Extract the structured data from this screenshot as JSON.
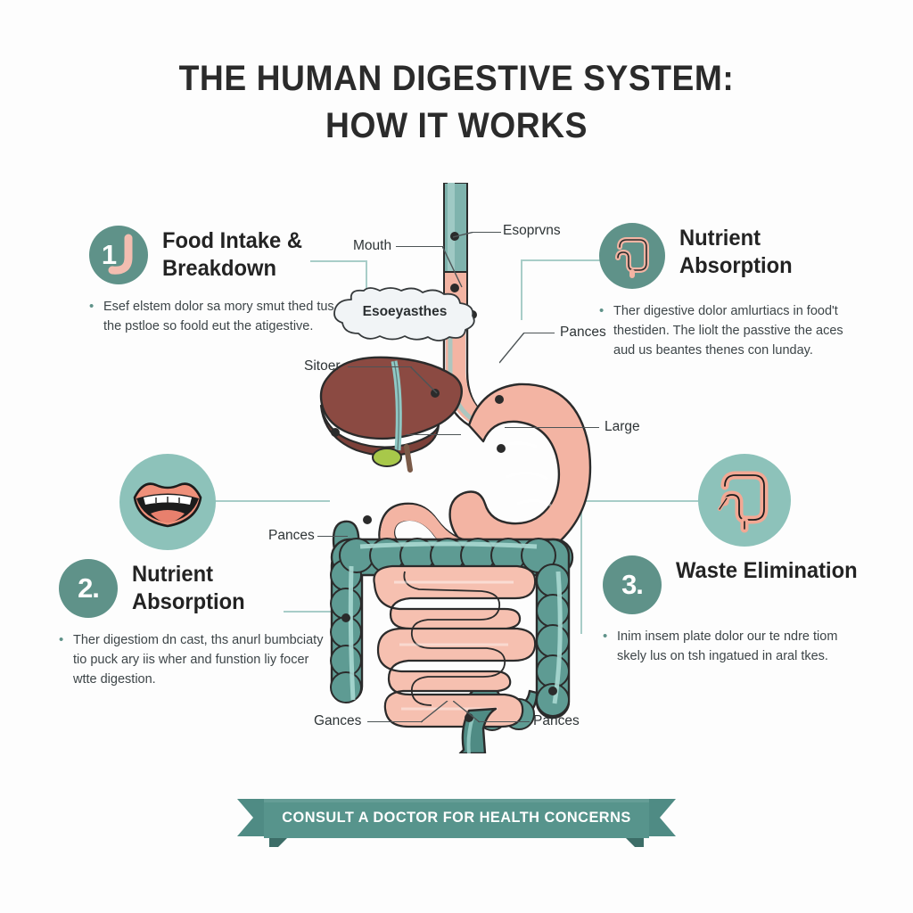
{
  "title": {
    "line1": "THE HUMAN DIGESTIVE SYSTEM:",
    "line2": "HOW IT WORKS"
  },
  "colors": {
    "teal_dark": "#5f9289",
    "teal_light": "#8dc2ba",
    "teal_line": "#a8cdc8",
    "salmon": "#f3b4a3",
    "pink_intestine": "#f6c0b0",
    "liver_brown": "#8b4a42",
    "intestine_teal": "#5e9b93",
    "text_dark": "#232323",
    "body_text": "#3d4548",
    "background": "#fdfdfd"
  },
  "steps": [
    {
      "number": "1",
      "badge_icon": "esophagus-curve-icon",
      "title": "Food Intake & Breakdown",
      "body": "Esef elstem dolor sa mory smut thed tus the pstloe so foold eut the atigestive."
    },
    {
      "number": "2.",
      "badge_icon": "number-badge",
      "title": "Nutrient Absorption",
      "body": "Ther digestiom dn cast, ths anurl bumbciaty tio puck ary iis wher and funstion liy focer wtte digestion."
    },
    {
      "number": "3.",
      "badge_icon": "number-badge",
      "title": "Waste Elimination",
      "body": "Inim insem plate dolor our te ndre tiom skely lus on tsh ingatued in aral tkes."
    },
    {
      "number": "",
      "badge_icon": "large-intestine-icon",
      "title": "Nutrient Absorption",
      "body": "Ther digestive dolor amlurtiacs in food't thestiden. The liolt the passtive the aces aud us beantes thenes con lunday."
    }
  ],
  "side_icons": [
    {
      "name": "mouth-icon",
      "label": "mouth"
    },
    {
      "name": "large-intestine-icon",
      "label": "large intestine"
    }
  ],
  "anatomy_labels": [
    {
      "id": "mouth",
      "text": "Mouth"
    },
    {
      "id": "esophagus",
      "text": "Esoprvns"
    },
    {
      "id": "stomach-cloud",
      "text": "Esoeyasthes"
    },
    {
      "id": "liver",
      "text": "Sitoer"
    },
    {
      "id": "pancreas-right",
      "text": "Pances"
    },
    {
      "id": "large-intestine",
      "text": "Large"
    },
    {
      "id": "pancreas-left",
      "text": "Pances"
    },
    {
      "id": "rectum-left",
      "text": "Gances"
    },
    {
      "id": "rectum-right",
      "text": "Pances"
    }
  ],
  "footer": {
    "banner_text": "CONSULT A DOCTOR FOR HEALTH CONCERNS"
  }
}
